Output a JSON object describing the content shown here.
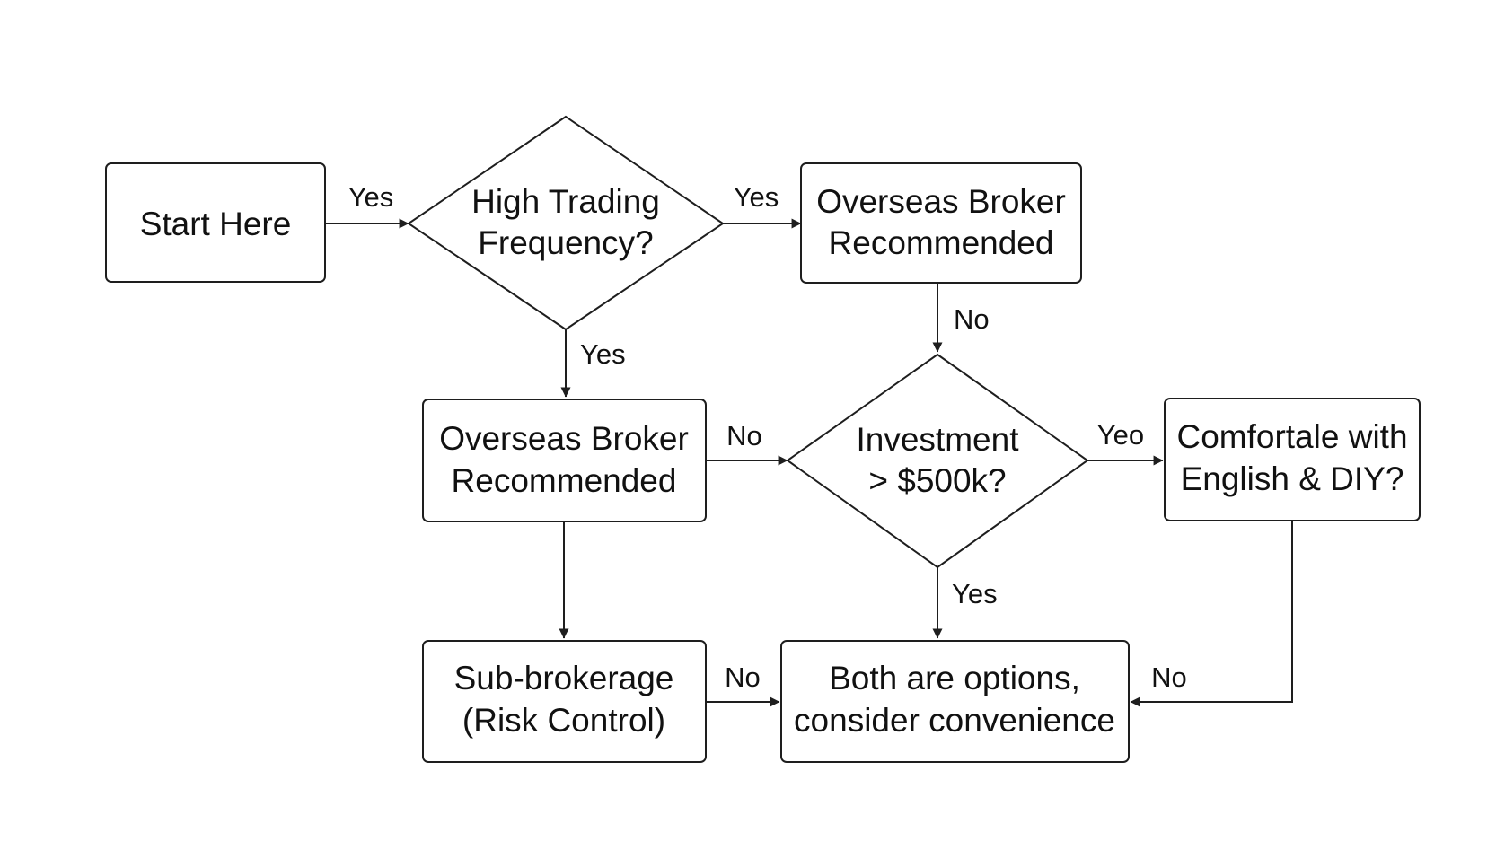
{
  "nodes": {
    "start": {
      "shape": "box",
      "lines": [
        "Start Here"
      ]
    },
    "trading_frequency": {
      "shape": "diamond",
      "lines": [
        "High Trading",
        "Frequency?"
      ]
    },
    "overseas_top": {
      "shape": "box",
      "lines": [
        "Overseas Broker",
        "Recommended"
      ]
    },
    "overseas_middle": {
      "shape": "box",
      "lines": [
        "Overseas Broker",
        "Recommended"
      ]
    },
    "investment": {
      "shape": "diamond",
      "lines": [
        "Investment",
        "> $500k?"
      ]
    },
    "comfortable": {
      "shape": "box",
      "lines": [
        "Comfortale with",
        "English & DIY?"
      ]
    },
    "sub_brokerage": {
      "shape": "box",
      "lines": [
        "Sub-brokerage",
        "(Risk Control)"
      ]
    },
    "both_options": {
      "shape": "box",
      "lines": [
        "Both are options,",
        "consider convenience"
      ]
    }
  },
  "edges": [
    {
      "from": "start",
      "to": "trading_frequency",
      "label": "Yes"
    },
    {
      "from": "trading_frequency",
      "to": "overseas_top",
      "label": "Yes"
    },
    {
      "from": "trading_frequency",
      "to": "overseas_middle",
      "label": "Yes"
    },
    {
      "from": "overseas_top",
      "to": "investment",
      "label": "No"
    },
    {
      "from": "overseas_middle",
      "to": "investment",
      "label": "No"
    },
    {
      "from": "investment",
      "to": "comfortable",
      "label": "Yeo"
    },
    {
      "from": "investment",
      "to": "both_options",
      "label": "Yes"
    },
    {
      "from": "overseas_middle",
      "to": "sub_brokerage",
      "label": ""
    },
    {
      "from": "sub_brokerage",
      "to": "both_options",
      "label": "No"
    },
    {
      "from": "comfortable",
      "to": "both_options",
      "label": "No"
    }
  ],
  "colors": {
    "stroke": "#1e1e1e",
    "text": "#111111",
    "background": "#ffffff"
  }
}
